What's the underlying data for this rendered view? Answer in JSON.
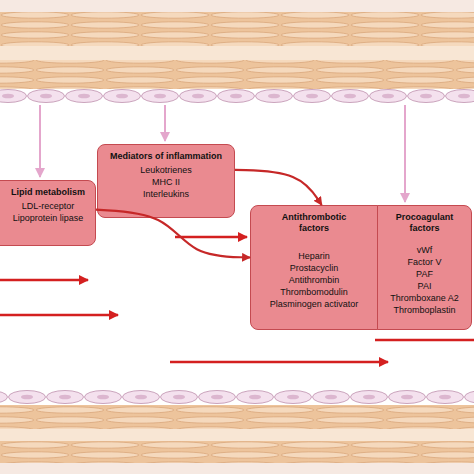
{
  "diagram": {
    "nodes": [
      {
        "text": [
          "Lipid metabolism",
          "LDL-receptor",
          "Lipoprotein lipase"
        ]
      },
      {
        "text": [
          "Mediators of inflammation",
          "Leukotrienes",
          "MHC II",
          "Interleukins"
        ]
      },
      {
        "text": [
          "Antithrombotic factors",
          "Heparin",
          "Prostacyclin",
          "Antithrombin",
          "Thrombomodulin",
          "Plasminogen activator"
        ]
      },
      {
        "text": [
          "Procoagulant factors",
          "vWf",
          "Factor V",
          "PAF",
          "PAI",
          "Thromboxane A2",
          "Thromboplastin"
        ]
      }
    ],
    "edges": [
      {
        "from": 0,
        "to": 2,
        "arrow": "to"
      },
      {
        "from": 1,
        "to": 2,
        "arrow": "to"
      }
    ]
  }
}
